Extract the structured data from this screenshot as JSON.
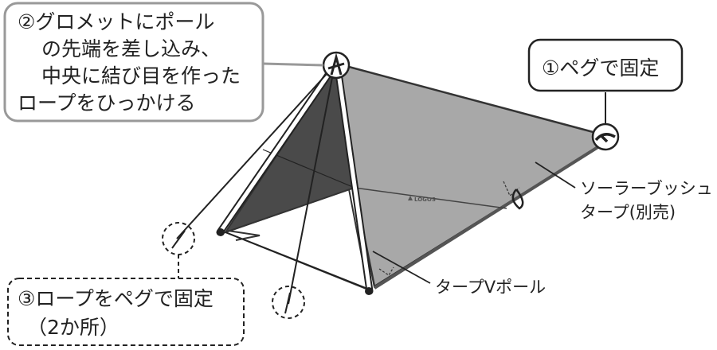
{
  "callouts": {
    "grommet": {
      "lines": [
        "②グロメットにポール",
        "の先端を差し込み、",
        "中央に結び目を作った",
        "ロープをひっかける"
      ]
    },
    "peg": {
      "text": "①ペグで固定"
    },
    "rope_peg": {
      "lines": [
        "③ロープをペグで固定",
        "（2か所）"
      ]
    }
  },
  "labels": {
    "tarp": [
      "ソーラーブッシュ",
      "タープ(別売)"
    ],
    "pole": "タープVポール"
  },
  "logo": "LOGOS"
}
